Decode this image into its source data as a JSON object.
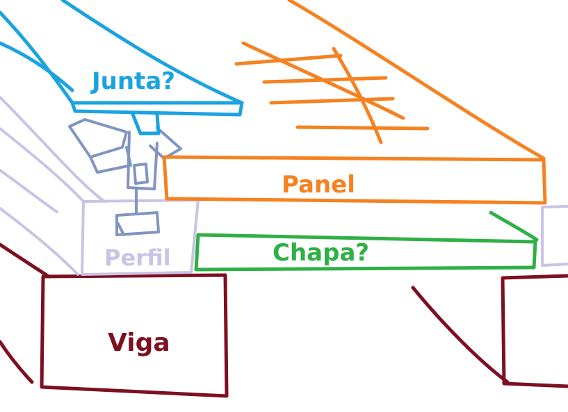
{
  "labels": {
    "junta": "Junta?",
    "panel": "Panel",
    "chapa": "Chapa?",
    "perfil": "Perfil",
    "viga": "Viga"
  },
  "colors": {
    "junta": "#1aa3e0",
    "panel": "#f58220",
    "chapa": "#2eb045",
    "perfil": "#c9c3e6",
    "viga": "#7d1020",
    "bracket": "#7f95c2"
  }
}
